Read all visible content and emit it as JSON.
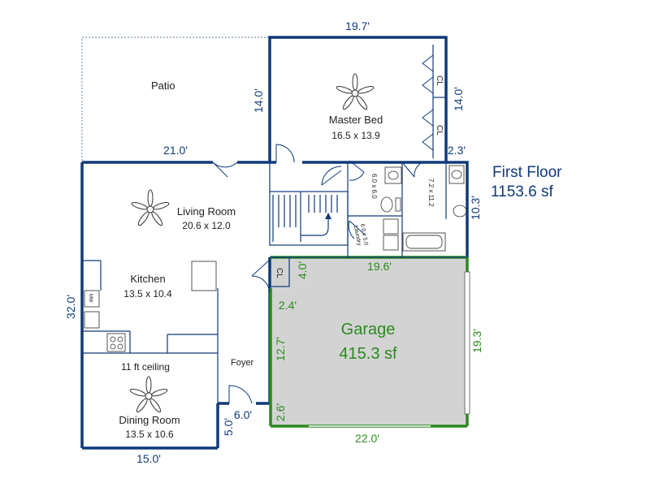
{
  "title": {
    "line1": "First Floor",
    "line2": "1153.6 sf"
  },
  "rooms": {
    "patio": "Patio",
    "master_bed": {
      "name": "Master Bed",
      "size": "16.5 x 13.9"
    },
    "living": {
      "name": "Living Room",
      "size": "20.6 x 12.0"
    },
    "kitchen": {
      "name": "Kitchen",
      "size": "13.5 x 10.4"
    },
    "ceiling": "11 ft ceiling",
    "dining": {
      "name": "Dining Room",
      "size": "13.5 x 10.6"
    },
    "foyer": "Foyer",
    "garage": {
      "name": "Garage",
      "size": "415.3 sf"
    },
    "closet1": "CL",
    "closet2": "CL",
    "closet3": "CL",
    "laundry": "Laundry",
    "laundry_size": "6.0 x 5.0",
    "bath1_size": "6.0 x 6.0",
    "bath2_size": "7.2 x 11.2",
    "mw": "MW"
  },
  "dims": {
    "top": "19.7'",
    "master_left": "14.0'",
    "master_right": "14.0'",
    "patio_bottom": "21.0'",
    "right_small": "2.3'",
    "right_bath": "10.3'",
    "left": "32.0'",
    "bottom_dining": "15.0'",
    "foyer_w": "6.0'",
    "foyer_h": "5.0'",
    "garage_top": "19.6'",
    "garage_left_top": "4.0'",
    "garage_left_mid": "2.4'",
    "garage_left": "12.7'",
    "garage_left_bot": "2.6'",
    "garage_right": "19.3'",
    "garage_bottom": "22.0'"
  }
}
